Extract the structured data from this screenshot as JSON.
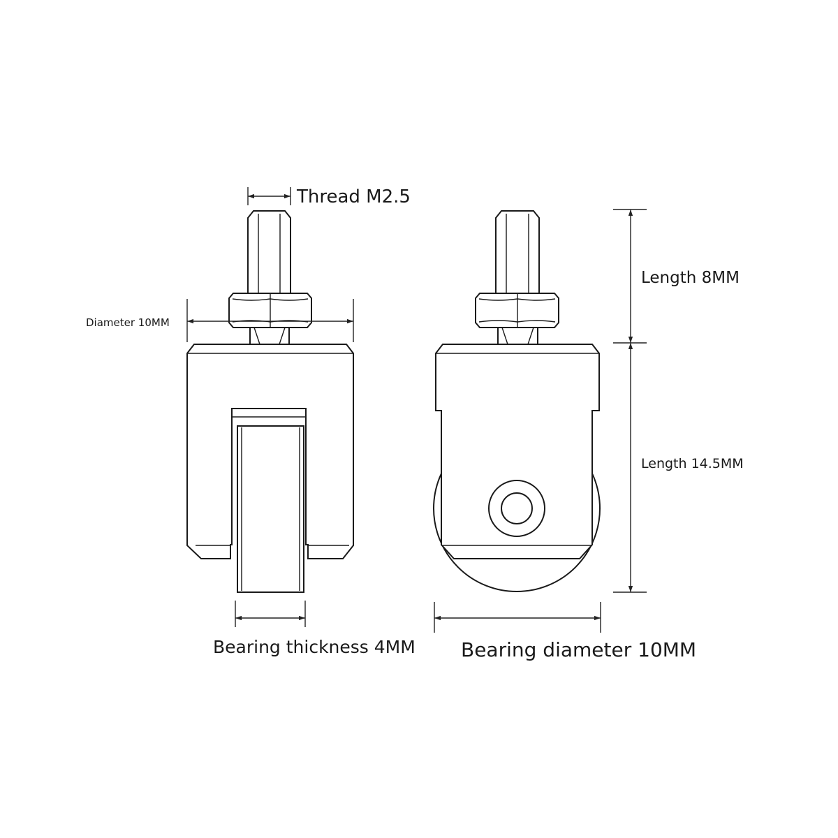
{
  "labels": {
    "thread": "Thread M2.5",
    "diameter": "Diameter 10MM",
    "length_top": "Length 8MM",
    "length_body": "Length 14.5MM",
    "bearing_thickness": "Bearing thickness 4MM",
    "bearing_diameter": "Bearing diameter 10MM"
  },
  "colors": {
    "line": "#1a1a1a",
    "background": "#ffffff"
  }
}
